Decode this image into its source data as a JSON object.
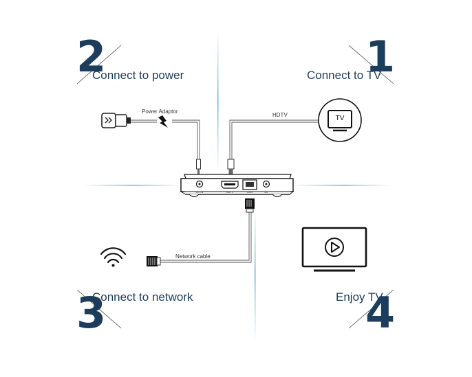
{
  "steps": [
    {
      "number": "1",
      "label": "Connect to TV"
    },
    {
      "number": "2",
      "label": "Connect to power"
    },
    {
      "number": "3",
      "label": "Connect to network"
    },
    {
      "number": "4",
      "label": "Enjoy TV"
    }
  ],
  "cables": {
    "power": "Power Adaptor",
    "hdtv": "HDTV",
    "network": "Network cable"
  },
  "device": {
    "ports": [
      "DC IN",
      "HDTV",
      "LAN",
      "AV"
    ]
  },
  "tv_badge": "TV",
  "icons": [
    "power-plug-icon",
    "lightning-icon",
    "tv-icon",
    "wifi-icon",
    "play-icon",
    "ethernet-plug-icon"
  ],
  "colors": {
    "heading": "#1d3d5c",
    "guide_line": "#3aa6c9",
    "cable": "#555555"
  }
}
